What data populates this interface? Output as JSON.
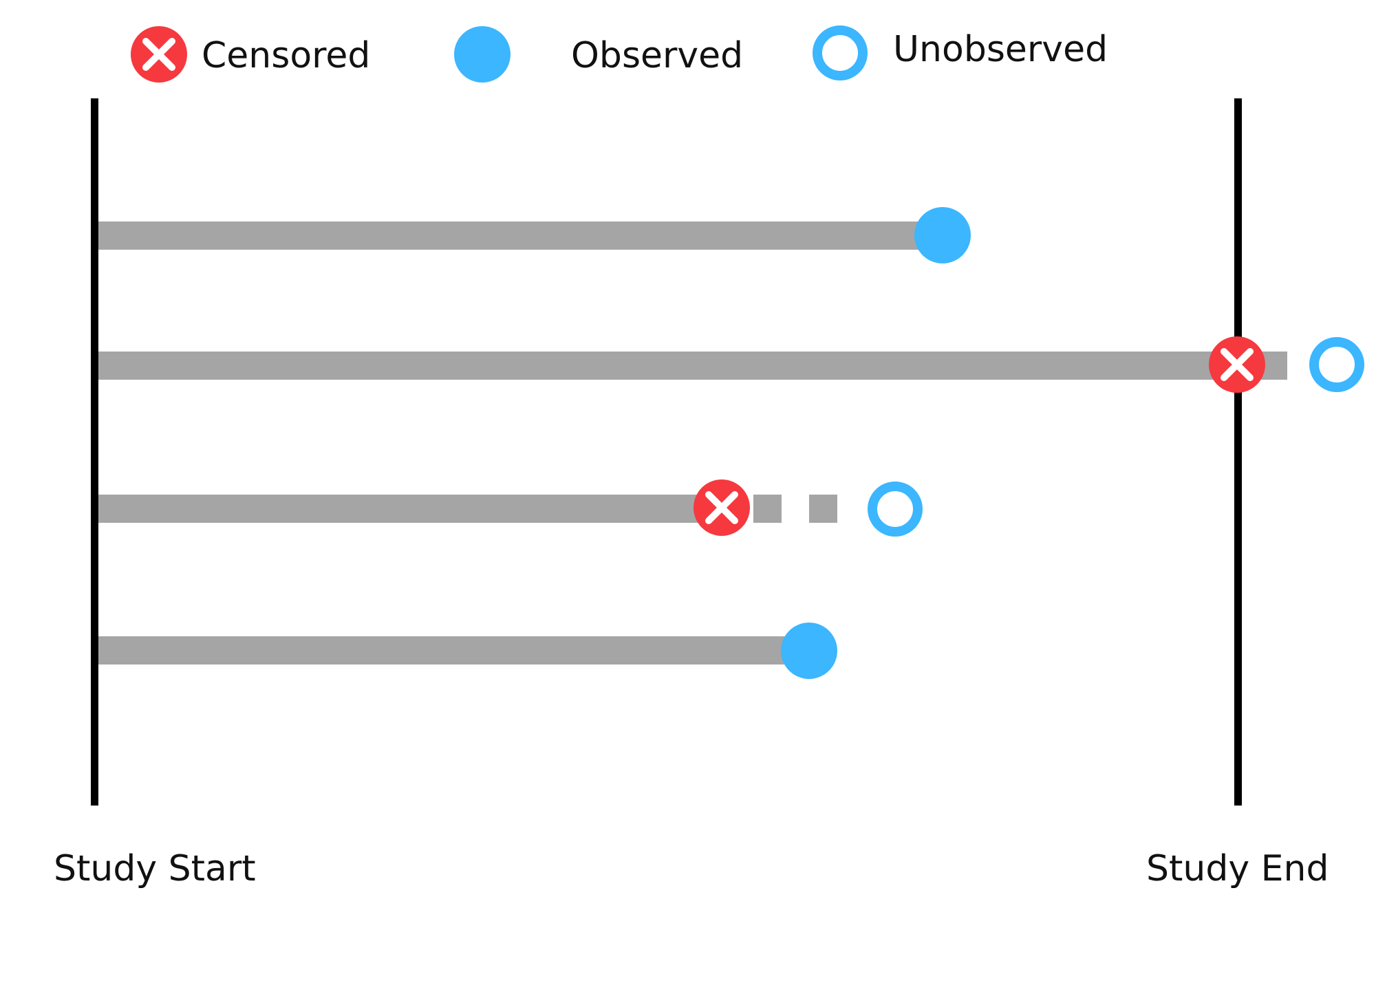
{
  "legend": {
    "censored_label": "Censored",
    "observed_label": "Observed",
    "unobserved_label": "Unobserved"
  },
  "markers": {
    "censored": {
      "icon": "censored-x-icon",
      "color": "#f5393f"
    },
    "observed": {
      "icon": "observed-dot-icon",
      "color": "#3bb6ff"
    },
    "unobserved": {
      "icon": "unobserved-ring-icon",
      "color": "#3bb6ff"
    }
  },
  "colors": {
    "bar": "#a5a5a5",
    "boundary_line": "#000000",
    "text": "#111111"
  },
  "boundaries": {
    "start_label": "Study Start",
    "end_label": "Study End"
  },
  "subjects": [
    {
      "event": "observed",
      "extends_past_end": false,
      "followup": "none"
    },
    {
      "event": "censored",
      "extends_past_end": true,
      "followup": "unobserved"
    },
    {
      "event": "censored",
      "extends_past_end": false,
      "followup": "unobserved"
    },
    {
      "event": "observed",
      "extends_past_end": false,
      "followup": "none"
    }
  ]
}
